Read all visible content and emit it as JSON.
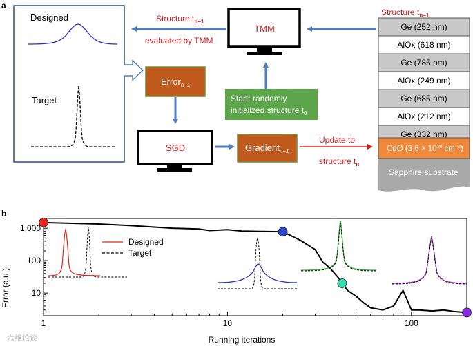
{
  "panel_a": {
    "label": "a",
    "designed_label": "Designed",
    "target_label": "Target",
    "structure_label_top": "Structure t",
    "structure_label_sub": "n−1",
    "evaluated_label": "evaluated by TMM",
    "tmm_label": "TMM",
    "error_label": "Error",
    "error_sub": "n−1",
    "start_line1": "Start: randomly",
    "start_line2": "initialized structure t",
    "start_sub": "0",
    "sgd_label": "SGD",
    "gradient_label": "Gradient",
    "gradient_sub": "n−1",
    "update_line1": "Update to",
    "update_line2": "structure t",
    "update_sub": "n",
    "stack_title": "Structure t",
    "stack_title_sub": "n−1",
    "layers": [
      {
        "text": "Ge (252 nm)",
        "kind": "ge"
      },
      {
        "text": "AlOx (618 nm)",
        "kind": "alox"
      },
      {
        "text": "Ge (785 nm)",
        "kind": "ge"
      },
      {
        "text": "AlOx (249 nm)",
        "kind": "alox"
      },
      {
        "text": "Ge (685 nm)",
        "kind": "ge"
      },
      {
        "text": "AlOx (212 nm)",
        "kind": "alox"
      },
      {
        "text": "Ge (332 nm)",
        "kind": "ge"
      }
    ],
    "cdo_label": "CdO (3.6 × 10",
    "cdo_exp": "20",
    "cdo_unit": " cm",
    "cdo_unit_exp": "−3",
    "cdo_close": ")",
    "substrate_label": "Sapphire substrate"
  },
  "panel_b": {
    "label": "b",
    "ylabel": "Error (a.u.)",
    "xlabel": "Running iterations",
    "legend": [
      {
        "name": "Designed",
        "style": "solid",
        "color": "#e8231c"
      },
      {
        "name": "Target",
        "style": "dashed",
        "color": "#000000"
      }
    ],
    "x_ticks": [
      "1",
      "10",
      "100"
    ],
    "y_ticks": [
      "1,000",
      "100",
      "10"
    ],
    "watermark": "六维论谈"
  },
  "chart_data": {
    "type": "line",
    "xscale": "log",
    "yscale": "log",
    "xlim": [
      1,
      200
    ],
    "ylim": [
      2,
      2000
    ],
    "xlabel": "Running iterations",
    "ylabel": "Error (a.u.)",
    "series": [
      {
        "x": [
          1,
          2,
          3,
          5,
          7,
          8,
          10,
          12,
          15,
          20,
          25,
          30,
          33,
          36,
          40,
          42,
          45,
          50,
          55,
          60,
          70,
          80,
          90,
          95,
          100,
          110,
          130,
          150,
          170,
          200
        ],
        "y": [
          1500,
          1350,
          1200,
          1000,
          950,
          850,
          900,
          820,
          800,
          780,
          420,
          220,
          90,
          60,
          30,
          20,
          12,
          8,
          5,
          3.5,
          3,
          4,
          12,
          6,
          3,
          3,
          2.8,
          3,
          2.7,
          2.5
        ]
      }
    ],
    "markers": [
      {
        "x": 1,
        "y": 1500,
        "color": "#e8231c"
      },
      {
        "x": 20,
        "y": 780,
        "color": "#2d46d1"
      },
      {
        "x": 42,
        "y": 20,
        "color": "#35e0b0"
      },
      {
        "x": 200,
        "y": 2.5,
        "color": "#8a2be2"
      }
    ]
  },
  "colors": {
    "blue_arrow": "#4f7ec2",
    "box_orange": "#c05a1d",
    "start_green": "#5da54b",
    "ge_gray": "#c8c8c8",
    "cdo_orange": "#ef8a3c",
    "substrate_gray": "#a9a9a9",
    "red_text": "#d42020",
    "curve_blue": "#2b35c4",
    "curve_green": "#31b831",
    "curve_purple": "#9b34b5"
  }
}
